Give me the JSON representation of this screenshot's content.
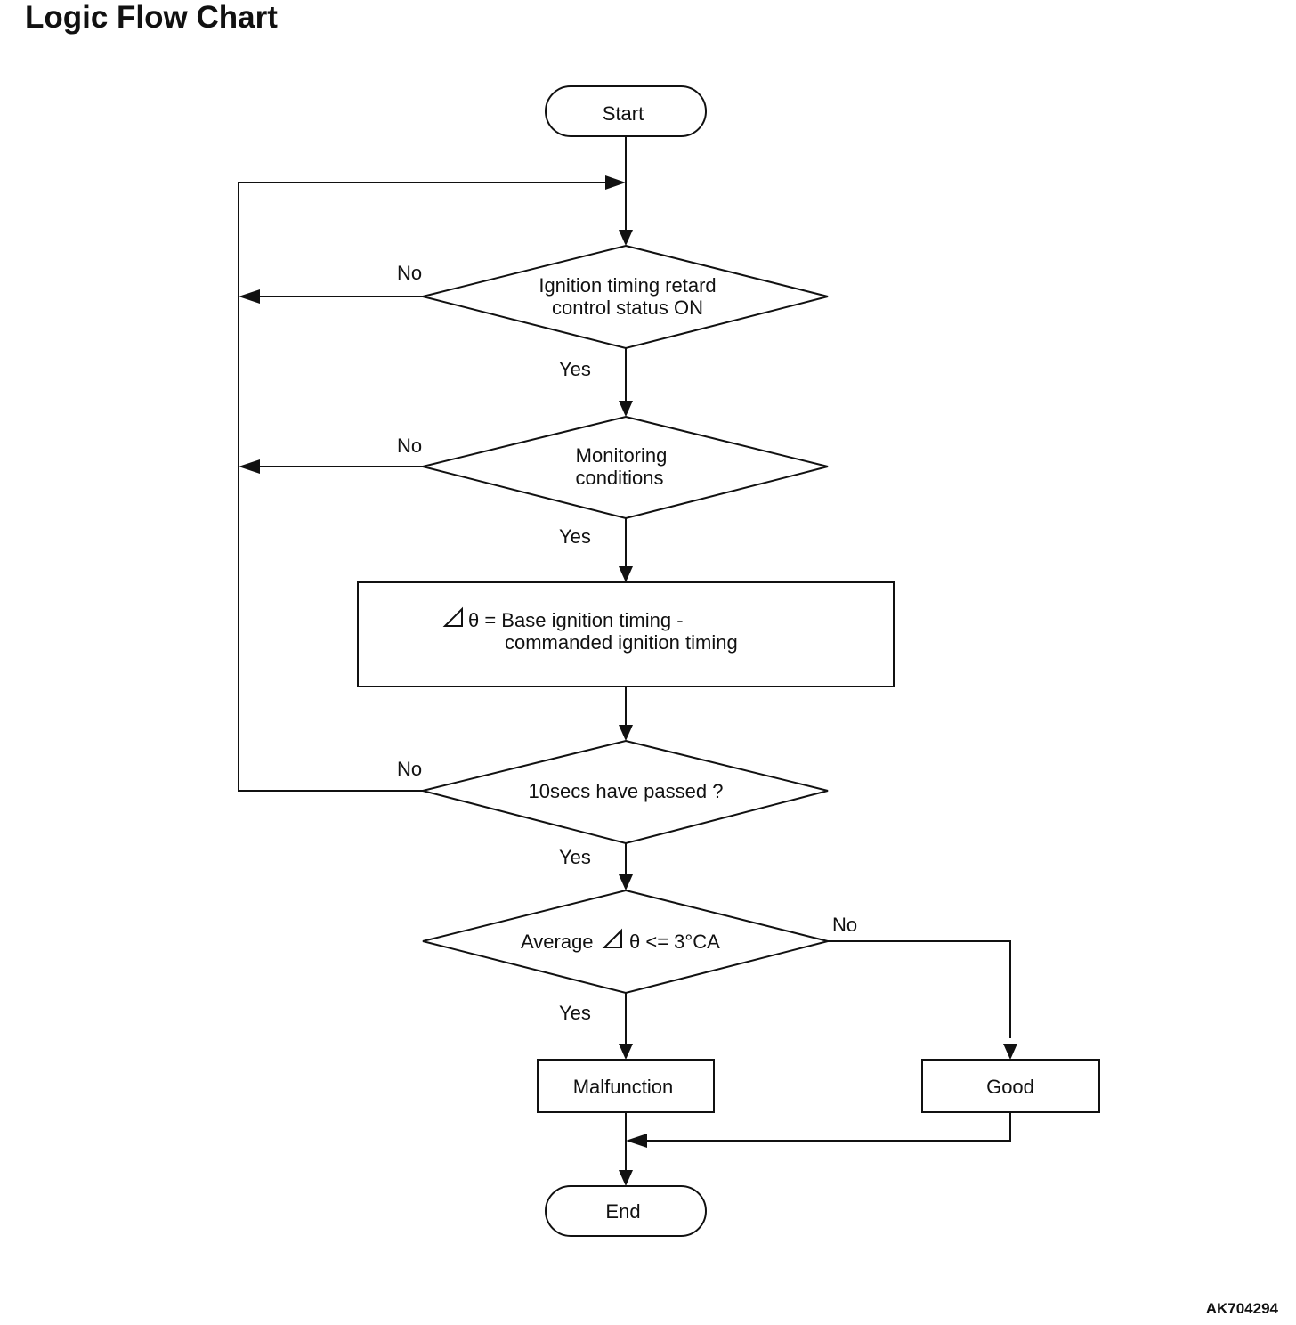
{
  "title": "Logic Flow Chart",
  "figure_id": "AK704294",
  "nodes": {
    "start": "Start",
    "retard_check_line1": "Ignition timing retard",
    "retard_check_line2": "control status ON",
    "monitoring_line1": "Monitoring",
    "monitoring_line2": "conditions",
    "calc_prefix": "θ = Base ignition timing -",
    "calc_line2": "commanded ignition timing",
    "time_check": "10secs have passed ?",
    "average_prefix": "Average",
    "average_suffix": "θ <= 3°CA",
    "malfunction": "Malfunction",
    "good": "Good",
    "end": "End"
  },
  "branch_labels": {
    "no": "No",
    "yes": "Yes"
  },
  "icons": {
    "delta": "delta-triangle-icon",
    "arrowhead": "arrowhead-icon"
  }
}
